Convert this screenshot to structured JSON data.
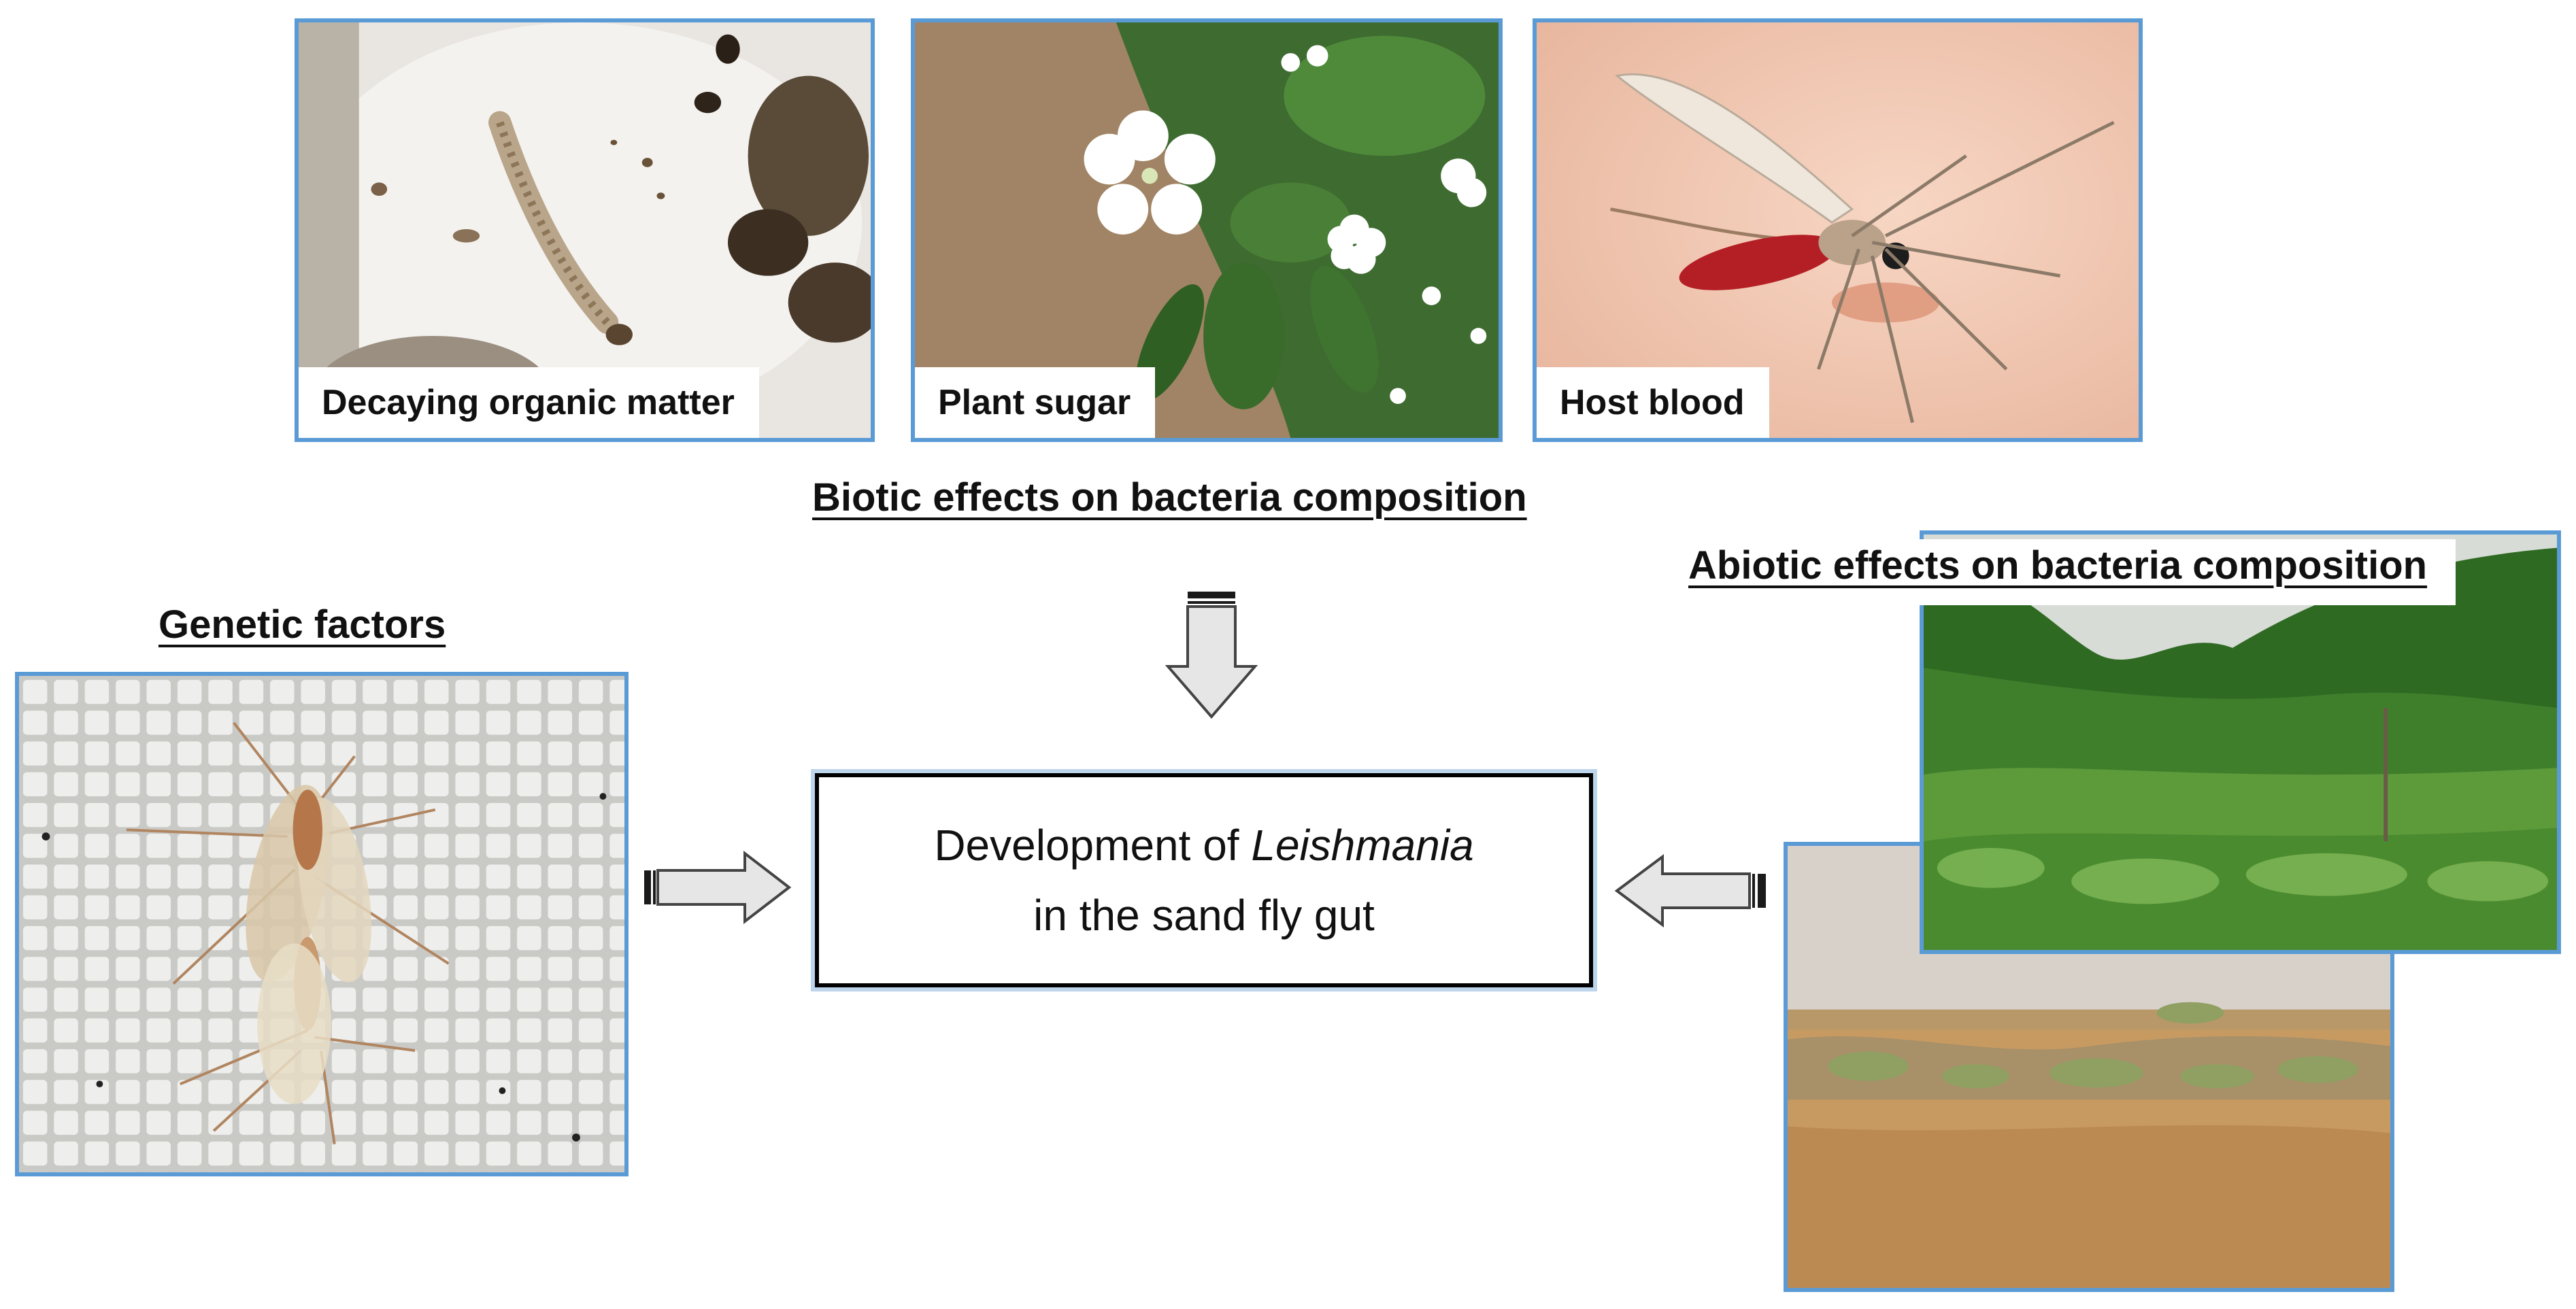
{
  "top_photos": [
    {
      "caption": "Decaying organic matter",
      "icon": "larva-photo"
    },
    {
      "caption": "Plant sugar",
      "icon": "flower-photo"
    },
    {
      "caption": "Host blood",
      "icon": "sand-fly-feeding-photo"
    }
  ],
  "biotic_heading": "Biotic effects on bacteria composition",
  "genetic_heading": "Genetic factors",
  "abiotic_heading": "Abiotic effects on bacteria composition",
  "center": {
    "line1_prefix": "Development of ",
    "line1_italic": "Leishmania",
    "line2": "in the sand fly gut"
  },
  "colors": {
    "photo_border": "#5b9bd5",
    "arrow_fill": "#e6e6e6",
    "arrow_stroke": "#444444"
  }
}
